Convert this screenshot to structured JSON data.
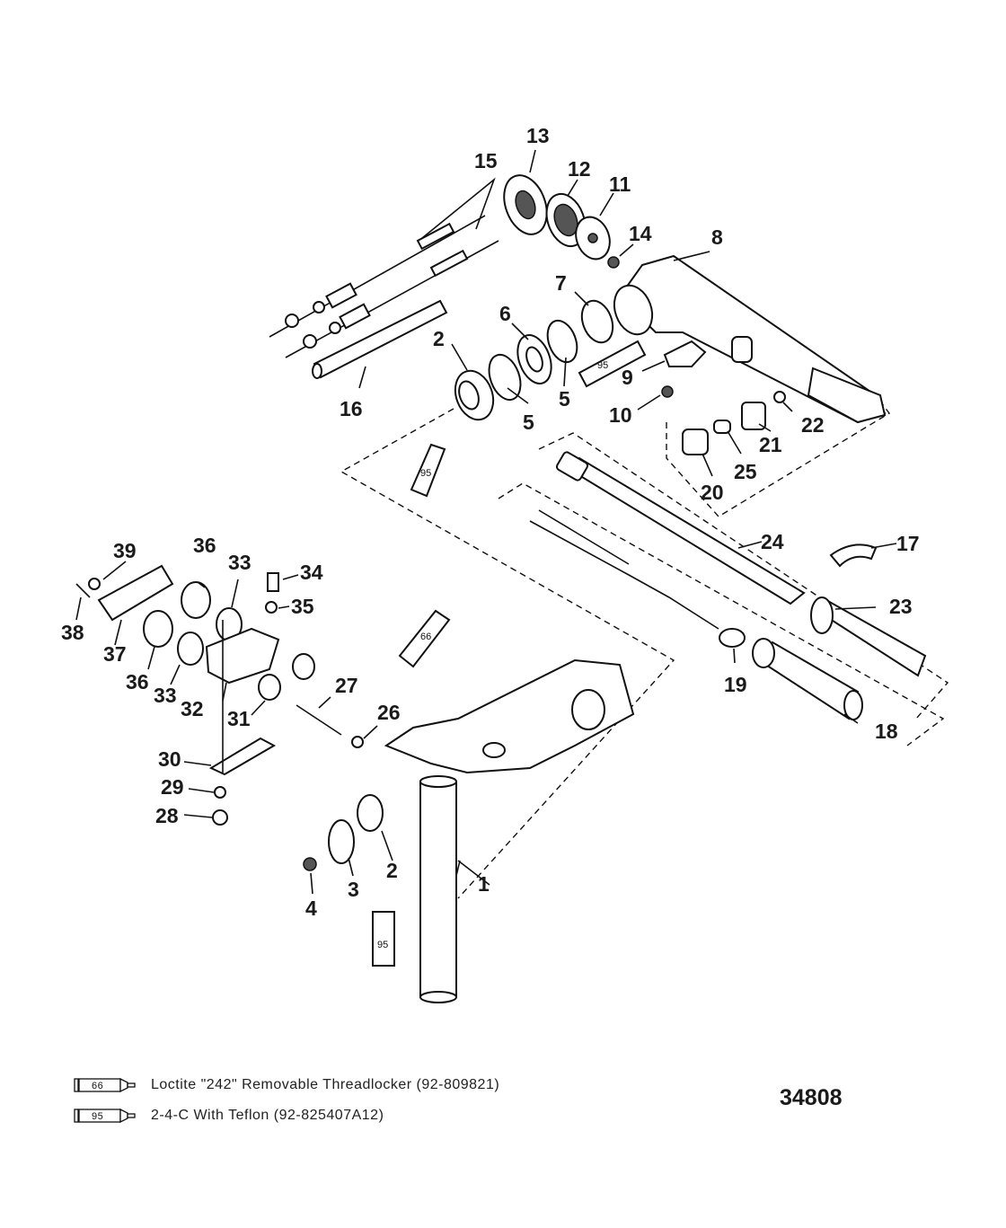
{
  "figure_number": "34808",
  "callouts": {
    "c1": "1",
    "c2a": "2",
    "c2b": "2",
    "c3": "3",
    "c4": "4",
    "c5a": "5",
    "c5b": "5",
    "c6": "6",
    "c7": "7",
    "c8": "8",
    "c9": "9",
    "c10": "10",
    "c11": "11",
    "c12": "12",
    "c13": "13",
    "c14": "14",
    "c15": "15",
    "c16": "16",
    "c17": "17",
    "c18": "18",
    "c19": "19",
    "c20": "20",
    "c21": "21",
    "c22": "22",
    "c23": "23",
    "c24": "24",
    "c25": "25",
    "c26": "26",
    "c27": "27",
    "c28": "28",
    "c29": "29",
    "c30": "30",
    "c31": "31",
    "c32": "32",
    "c33a": "33",
    "c33b": "33",
    "c34": "34",
    "c35": "35",
    "c36a": "36",
    "c36b": "36",
    "c37": "37",
    "c38": "38",
    "c39": "39"
  },
  "tube_labels": {
    "t95a": "95",
    "t95b": "95",
    "t95c": "95",
    "t66": "66"
  },
  "legend": {
    "item66": {
      "code": "66",
      "text": "Loctite \"242\" Removable Threadlocker (92-809821)"
    },
    "item95": {
      "code": "95",
      "text": "2-4-C With Teflon (92-825407A12)"
    }
  }
}
